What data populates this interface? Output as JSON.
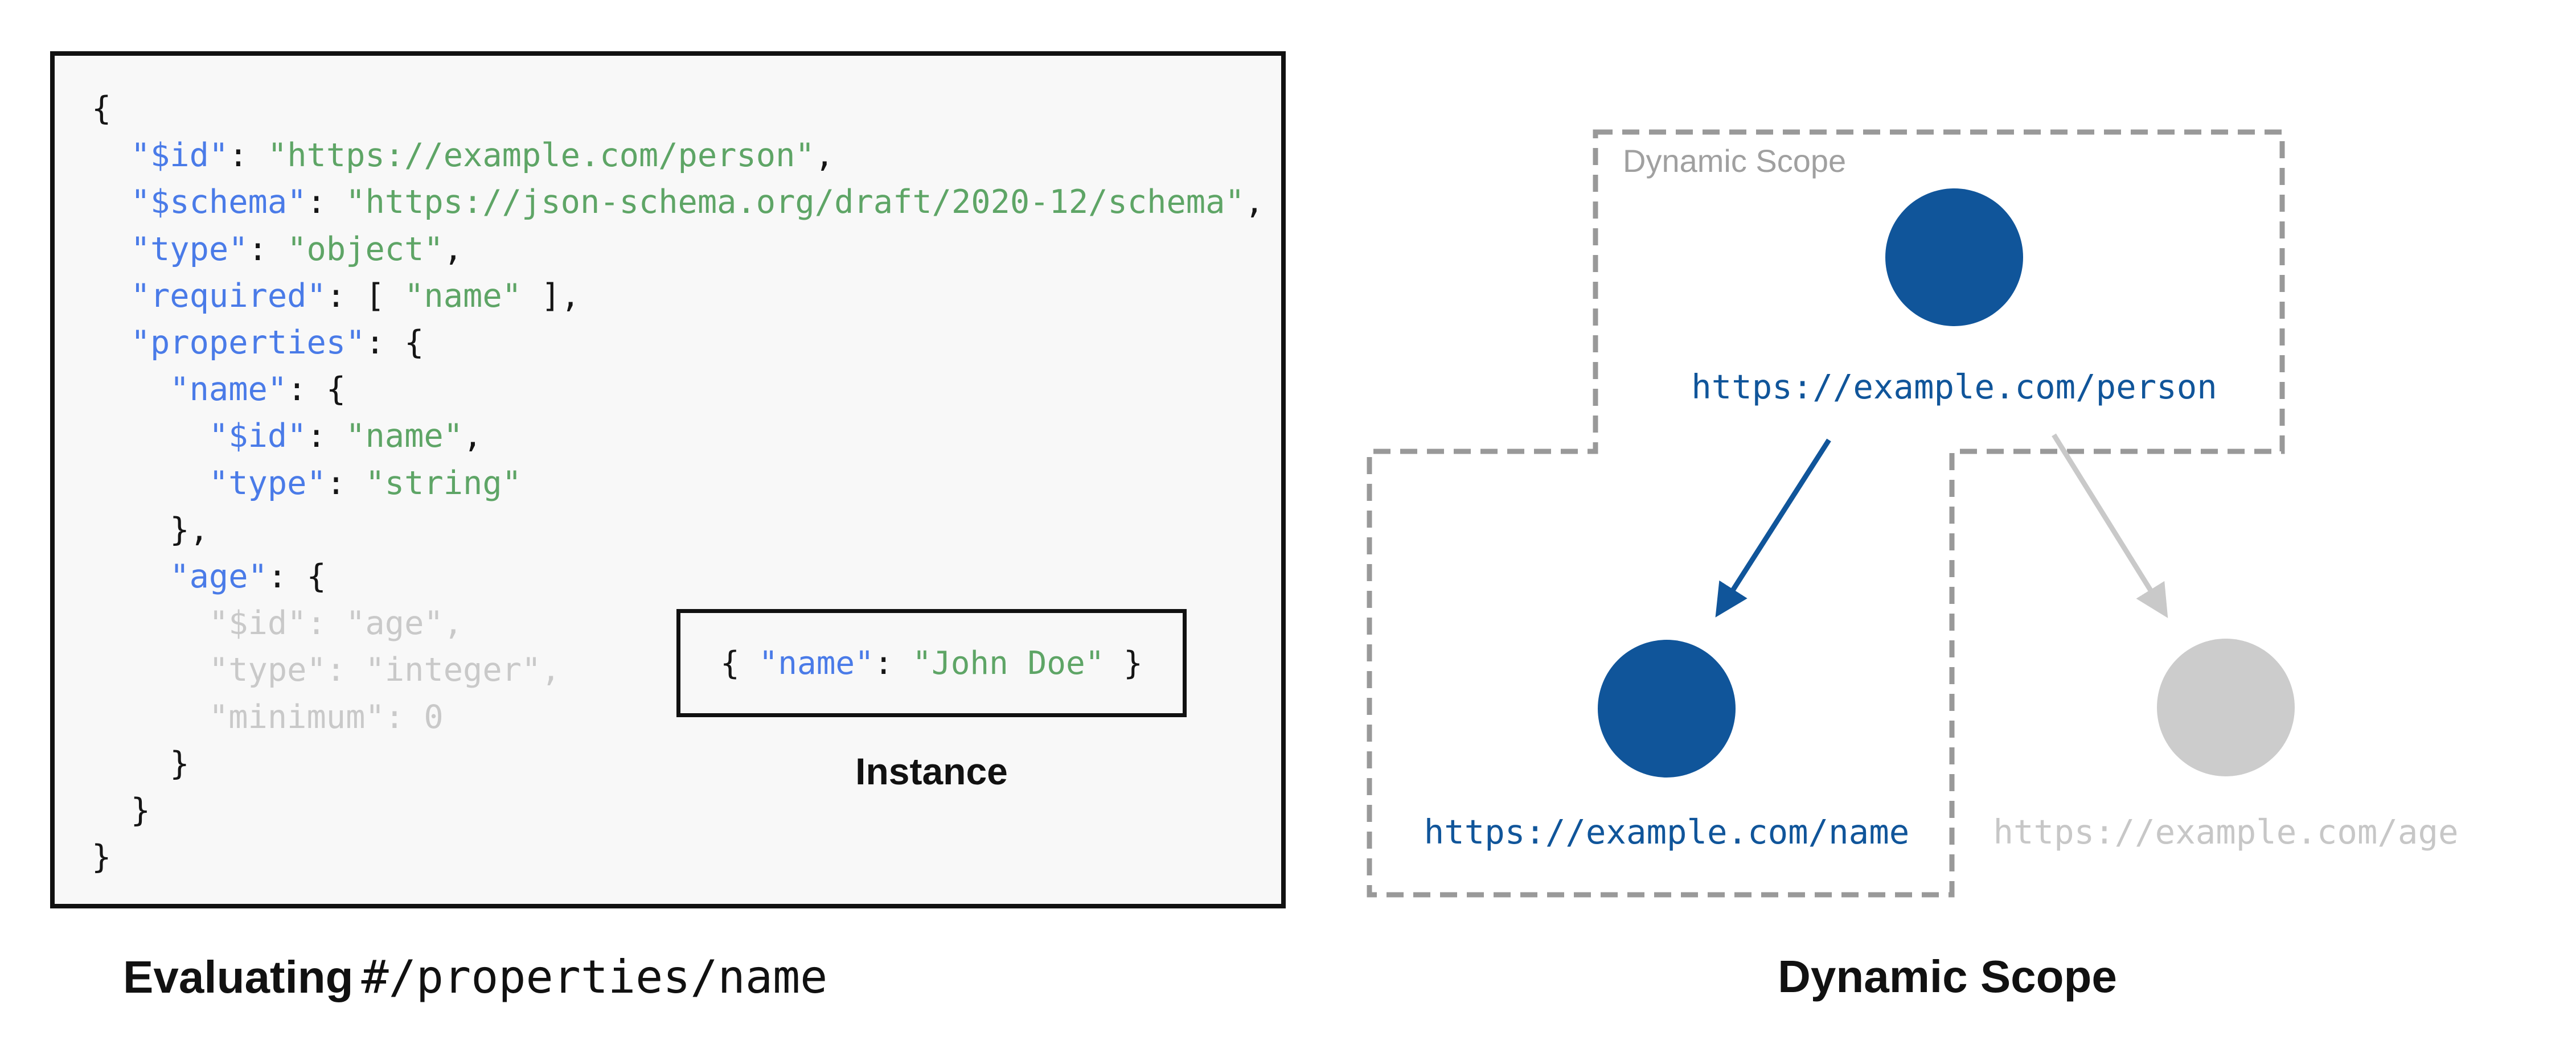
{
  "colors": {
    "node_blue": "#10559a",
    "node_gray": "#cccccc",
    "inactive_text": "#c7c7c7",
    "arrow_gray": "#c9c9c9",
    "dash_gray": "#999999",
    "scope_label_gray": "#a0a0a0",
    "code_key": "#4a7be8",
    "code_string": "#5ea566",
    "code_text": "#151515",
    "code_dim": "#c9c9c9",
    "panel_bg": "#f8f8f8",
    "panel_border": "#111111"
  },
  "left_panel": {
    "code_lines": [
      {
        "dim": false,
        "segments": [
          [
            "punct",
            "{"
          ]
        ]
      },
      {
        "dim": false,
        "segments": [
          [
            "punct",
            "  "
          ],
          [
            "key",
            "\"$id\""
          ],
          [
            "punct",
            ": "
          ],
          [
            "str",
            "\"https://example.com/person\""
          ],
          [
            "punct",
            ","
          ]
        ]
      },
      {
        "dim": false,
        "segments": [
          [
            "punct",
            "  "
          ],
          [
            "key",
            "\"$schema\""
          ],
          [
            "punct",
            ": "
          ],
          [
            "str",
            "\"https://json-schema.org/draft/2020-12/schema\""
          ],
          [
            "punct",
            ","
          ]
        ]
      },
      {
        "dim": false,
        "segments": [
          [
            "punct",
            "  "
          ],
          [
            "key",
            "\"type\""
          ],
          [
            "punct",
            ": "
          ],
          [
            "str",
            "\"object\""
          ],
          [
            "punct",
            ","
          ]
        ]
      },
      {
        "dim": false,
        "segments": [
          [
            "punct",
            "  "
          ],
          [
            "key",
            "\"required\""
          ],
          [
            "punct",
            ": [ "
          ],
          [
            "str",
            "\"name\""
          ],
          [
            "punct",
            " ],"
          ]
        ]
      },
      {
        "dim": false,
        "segments": [
          [
            "punct",
            "  "
          ],
          [
            "key",
            "\"properties\""
          ],
          [
            "punct",
            ": {"
          ]
        ]
      },
      {
        "dim": false,
        "segments": [
          [
            "punct",
            "    "
          ],
          [
            "key",
            "\"name\""
          ],
          [
            "punct",
            ": {"
          ]
        ]
      },
      {
        "dim": false,
        "segments": [
          [
            "punct",
            "      "
          ],
          [
            "key",
            "\"$id\""
          ],
          [
            "punct",
            ": "
          ],
          [
            "str",
            "\"name\""
          ],
          [
            "punct",
            ","
          ]
        ]
      },
      {
        "dim": false,
        "segments": [
          [
            "punct",
            "      "
          ],
          [
            "key",
            "\"type\""
          ],
          [
            "punct",
            ": "
          ],
          [
            "str",
            "\"string\""
          ]
        ]
      },
      {
        "dim": false,
        "segments": [
          [
            "punct",
            "    },"
          ]
        ]
      },
      {
        "dim": false,
        "segments": [
          [
            "punct",
            "    "
          ],
          [
            "key",
            "\"age\""
          ],
          [
            "punct",
            ": {"
          ]
        ]
      },
      {
        "dim": true,
        "segments": [
          [
            "punct",
            "      \"$id\": \"age\","
          ]
        ]
      },
      {
        "dim": true,
        "segments": [
          [
            "punct",
            "      \"type\": \"integer\","
          ]
        ]
      },
      {
        "dim": true,
        "segments": [
          [
            "punct",
            "      \"minimum\": 0"
          ]
        ]
      },
      {
        "dim": false,
        "segments": [
          [
            "punct",
            "    }"
          ]
        ]
      },
      {
        "dim": false,
        "segments": [
          [
            "punct",
            "  }"
          ]
        ]
      },
      {
        "dim": false,
        "segments": [
          [
            "punct",
            "}"
          ]
        ]
      }
    ],
    "instance": {
      "segments": [
        [
          "punct",
          "{ "
        ],
        [
          "key",
          "\"name\""
        ],
        [
          "punct",
          ": "
        ],
        [
          "str",
          "\"John Doe\""
        ],
        [
          "punct",
          " }"
        ]
      ],
      "label": "Instance"
    },
    "caption": {
      "bold": "Evaluating",
      "pointer": "#/properties/name"
    }
  },
  "diagram": {
    "scope_region_label": "Dynamic Scope",
    "caption": "Dynamic Scope",
    "nodes": [
      {
        "id": "person",
        "label": "https://example.com/person",
        "active": true
      },
      {
        "id": "name",
        "label": "https://example.com/name",
        "active": true
      },
      {
        "id": "age",
        "label": "https://example.com/age",
        "active": false
      }
    ]
  }
}
